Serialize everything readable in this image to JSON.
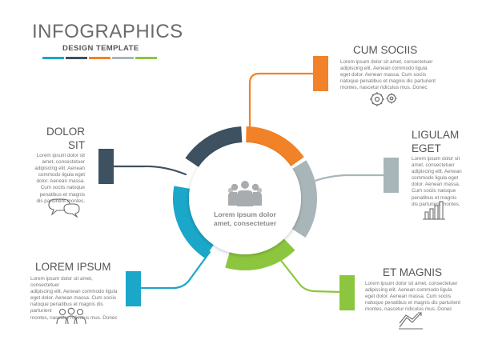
{
  "header": {
    "title": "INFOGRAPHICS",
    "subtitle": "DESIGN TEMPLATE",
    "palette": [
      "#1aa7c9",
      "#3d5160",
      "#f28227",
      "#a9b6b9",
      "#8cc63f"
    ]
  },
  "center": {
    "icon": "business-group-icon",
    "text_line1": "Lorem ipsum dolor",
    "text_line2": "amet, consectetuer"
  },
  "colors": {
    "dark": "#3d5160",
    "orange": "#f28227",
    "gray": "#a9b6b9",
    "green": "#8cc63f",
    "blue": "#1aa7c9"
  },
  "steps": [
    {
      "key": "cum-sociis",
      "title_line1": "CUM SOCIIS",
      "title_line2": "",
      "body": [
        "Lorem ipsum dolor sit amet, consectetuer",
        "adipiscing elit. Aenean commodo ligula",
        "eget dolor. Aenean massa. Cum sociis",
        "natoque penatibus et magnis dis parturient",
        "montes, nascetur ridiculus mus. Donec"
      ],
      "icon": "gears-icon",
      "color": "#f28227"
    },
    {
      "key": "ligulam-eget",
      "title_line1": "LIGULAM",
      "title_line2": "EGET",
      "body": [
        "Lorem ipsum dolor sit",
        "amet, consectetuer",
        "adipiscing elit. Aenean",
        "commodo ligula eget",
        "dolor. Aenean massa.",
        "Cum sociis natoque",
        "penatibus et magnis",
        "dis parturient montes."
      ],
      "icon": "bar-chart-icon",
      "color": "#a9b6b9"
    },
    {
      "key": "et-magnis",
      "title_line1": "ET MAGNIS",
      "title_line2": "",
      "body": [
        "Lorem ipsum dolor sit amet, consectetuer",
        "adipiscing elit. Aenean commodo ligula",
        "eget dolor. Aenean massa. Cum sociis",
        "natoque penatibus et magnis dis parturient",
        "montes, nascetur ridiculus mus. Donec"
      ],
      "icon": "line-chart-icon",
      "color": "#8cc63f"
    },
    {
      "key": "lorem-ipsum",
      "title_line1": "LOREM IPSUM",
      "title_line2": "",
      "body": [
        "Lorem ipsum dolor sit amet, consectetuer",
        "adipiscing elit. Aenean commodo ligula",
        "eget dolor. Aenean massa. Cum sociis",
        "natoque penatibus et magnis dis parturient",
        "montes, nascetur ridiculus mus. Donec"
      ],
      "icon": "people-icon",
      "color": "#1aa7c9"
    },
    {
      "key": "dolor-sit",
      "title_line1": "DOLOR",
      "title_line2": "SIT",
      "body": [
        "Lorem ipsum dolor sit",
        "amet, consectetuer",
        "adipiscing elit. Aenean",
        "commodo ligula eget",
        "dolor. Aenean massa.",
        "Cum sociis natoque",
        "penatibus et magnis",
        "dis parturient montes."
      ],
      "icon": "chat-bubbles-icon",
      "color": "#3d5160"
    }
  ]
}
